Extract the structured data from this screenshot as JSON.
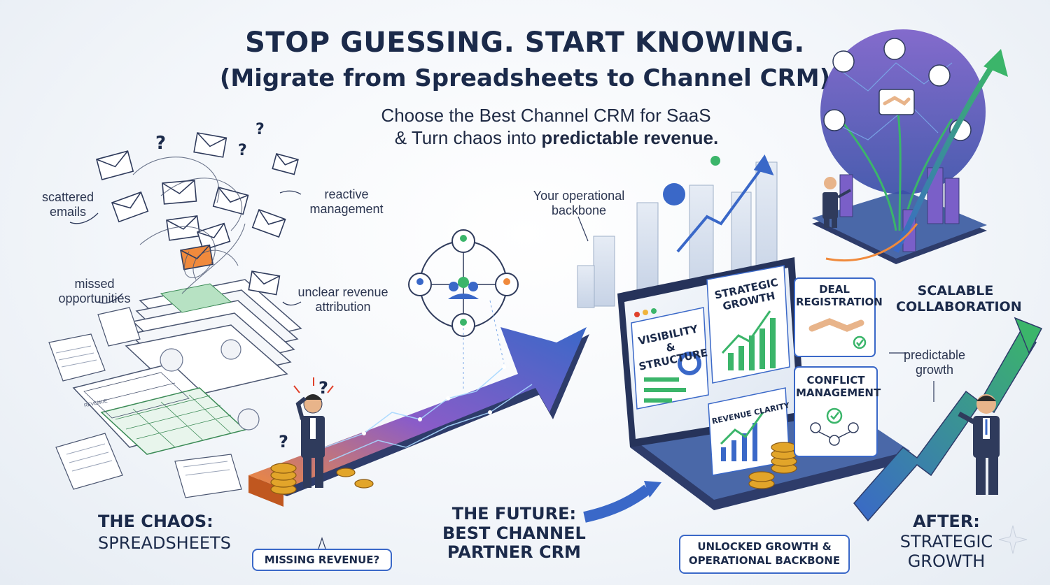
{
  "header": {
    "title": "STOP GUESSING. START KNOWING.",
    "subtitle": "(Migrate from Spreadsheets to Channel CRM)",
    "tagline_1": "Choose the Best Channel CRM for SaaS",
    "tagline_2_prefix": "& Turn chaos into ",
    "tagline_2_bold": "predictable revenue."
  },
  "chaos": {
    "note_emails": "scattered\nemails",
    "note_reactive": "reactive\nmanagement",
    "note_missed": "missed\nopportunities",
    "note_unclear": "unclear revenue\nattribution",
    "heading": "THE CHAOS:",
    "subheading": "SPREADSHEETS",
    "sheet_label": "REVENUE"
  },
  "middle": {
    "backbone_note": "Your operational\nbackbone",
    "missing_badge": "MISSING REVENUE?",
    "future_1": "THE FUTURE:",
    "future_2": "BEST CHANNEL",
    "future_3": "PARTNER CRM"
  },
  "dashboard": {
    "panel_visibility": "VISIBILITY &\nSTRUCTURE",
    "panel_growth": "STRATEGIC\nGROWTH",
    "panel_revenue": "REVENUE CLARITY",
    "card_deal": "DEAL\nREGISTRATION",
    "card_conflict": "CONFLICT\nMANAGEMENT",
    "unlocked": "UNLOCKED GROWTH &\nOPERATIONAL BACKBONE"
  },
  "after": {
    "scalable": "SCALABLE\nCOLLABORATION",
    "predictable": "predictable\ngrowth",
    "heading": "AFTER:",
    "sub_1": "STRATEGIC",
    "sub_2": "GROWTH"
  },
  "colors": {
    "navy": "#1b2a4a",
    "blue": "#3a68c8",
    "green": "#3bb56a",
    "purple": "#7a5fc8",
    "orange": "#f08a3c",
    "gold": "#e2a52a"
  }
}
